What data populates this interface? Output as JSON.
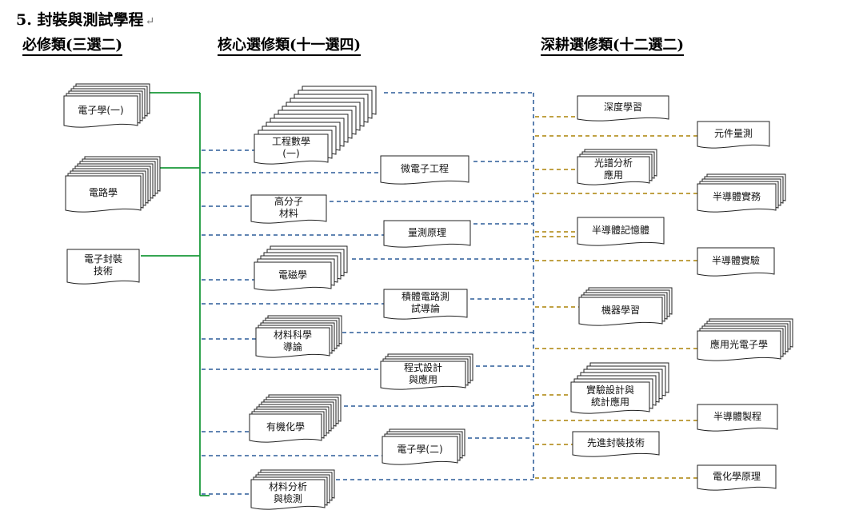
{
  "title": "5. 封裝與測試學程",
  "return_mark": "↵",
  "columns": {
    "required": "必修類(三選二)",
    "core": "核心選修類(十一選四)",
    "advanced": "深耕選修類(十二選二)"
  },
  "colors": {
    "required_line": "#1a9a3a",
    "core_line": "#4a73a8",
    "advanced_line": "#b8942a"
  },
  "required": [
    {
      "id": "r1",
      "label": "電子學(一)"
    },
    {
      "id": "r2",
      "label": "電路學"
    },
    {
      "id": "r3",
      "label": "電子封裝\n技術"
    }
  ],
  "core": [
    {
      "id": "c1",
      "label": "工程數學\n(一)"
    },
    {
      "id": "c2",
      "label": "微電子工程"
    },
    {
      "id": "c3",
      "label": "高分子\n材料"
    },
    {
      "id": "c4",
      "label": "量測原理"
    },
    {
      "id": "c5",
      "label": "電磁學"
    },
    {
      "id": "c6",
      "label": "積體電路測\n試導論"
    },
    {
      "id": "c7",
      "label": "材料科學\n導論"
    },
    {
      "id": "c8",
      "label": "程式設計\n與應用"
    },
    {
      "id": "c9",
      "label": "有機化學"
    },
    {
      "id": "c10",
      "label": "電子學(二)"
    },
    {
      "id": "c11",
      "label": "材料分析\n與檢測"
    }
  ],
  "advanced": [
    {
      "id": "a1",
      "label": "深度學習"
    },
    {
      "id": "a2",
      "label": "元件量測"
    },
    {
      "id": "a3",
      "label": "光譜分析\n應用"
    },
    {
      "id": "a4",
      "label": "半導體實務"
    },
    {
      "id": "a5",
      "label": "半導體記憶體"
    },
    {
      "id": "a6",
      "label": "半導體實驗"
    },
    {
      "id": "a7",
      "label": "機器學習"
    },
    {
      "id": "a8",
      "label": "應用光電子學"
    },
    {
      "id": "a9",
      "label": "實驗設計與\n統計應用"
    },
    {
      "id": "a10",
      "label": "半導體製程"
    },
    {
      "id": "a11",
      "label": "先進封裝技術"
    },
    {
      "id": "a12",
      "label": "電化學原理"
    }
  ]
}
